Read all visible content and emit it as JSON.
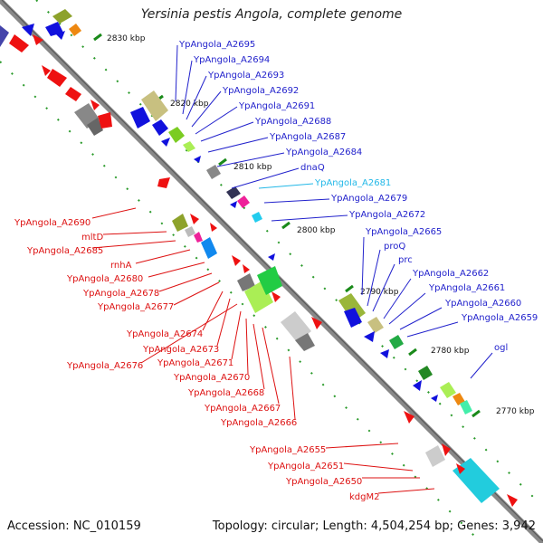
{
  "title": "Yersinia pestis Angola, complete genome",
  "accession_label": "Accession: NC_010159",
  "summary_label": "Topology: circular; Length: 4,504,254 bp; Genes: 3,942",
  "colors": {
    "backbone": "#777777",
    "tick": "#228822",
    "forward_label": "#2222cc",
    "reverse_label": "#dd1111",
    "highlight_label": "#22b8e8"
  },
  "coordinate_ticks": [
    "2830 kbp",
    "2820 kbp",
    "2810 kbp",
    "2800 kbp",
    "2790 kbp",
    "2780 kbp",
    "2770 kbp"
  ],
  "forward_labels": [
    {
      "text": "YpAngola_A2695",
      "highlight": false
    },
    {
      "text": "YpAngola_A2694",
      "highlight": false
    },
    {
      "text": "YpAngola_A2693",
      "highlight": false
    },
    {
      "text": "YpAngola_A2692",
      "highlight": false
    },
    {
      "text": "YpAngola_A2691",
      "highlight": false
    },
    {
      "text": "YpAngola_A2688",
      "highlight": false
    },
    {
      "text": "YpAngola_A2687",
      "highlight": false
    },
    {
      "text": "YpAngola_A2684",
      "highlight": false
    },
    {
      "text": "dnaQ",
      "highlight": false
    },
    {
      "text": "YpAngola_A2681",
      "highlight": true
    },
    {
      "text": "YpAngola_A2679",
      "highlight": false
    },
    {
      "text": "YpAngola_A2672",
      "highlight": false
    },
    {
      "text": "YpAngola_A2665",
      "highlight": false
    },
    {
      "text": "proQ",
      "highlight": false
    },
    {
      "text": "prc",
      "highlight": false
    },
    {
      "text": "YpAngola_A2662",
      "highlight": false
    },
    {
      "text": "YpAngola_A2661",
      "highlight": false
    },
    {
      "text": "YpAngola_A2660",
      "highlight": false
    },
    {
      "text": "YpAngola_A2659",
      "highlight": false
    },
    {
      "text": "ogl",
      "highlight": false
    }
  ],
  "reverse_labels": [
    {
      "text": "YpAngola_A2690"
    },
    {
      "text": "mltD"
    },
    {
      "text": "YpAngola_A2685"
    },
    {
      "text": "rnhA"
    },
    {
      "text": "YpAngola_A2680"
    },
    {
      "text": "YpAngola_A2678"
    },
    {
      "text": "YpAngola_A2677"
    },
    {
      "text": "YpAngola_A2674"
    },
    {
      "text": "YpAngola_A2673"
    },
    {
      "text": "YpAngola_A2676"
    },
    {
      "text": "YpAngola_A2671"
    },
    {
      "text": "YpAngola_A2670"
    },
    {
      "text": "YpAngola_A2668"
    },
    {
      "text": "YpAngola_A2667"
    },
    {
      "text": "YpAngola_A2666"
    },
    {
      "text": "YpAngola_A2655"
    },
    {
      "text": "YpAngola_A2651"
    },
    {
      "text": "YpAngola_A2650"
    },
    {
      "text": "kdgM2"
    }
  ]
}
